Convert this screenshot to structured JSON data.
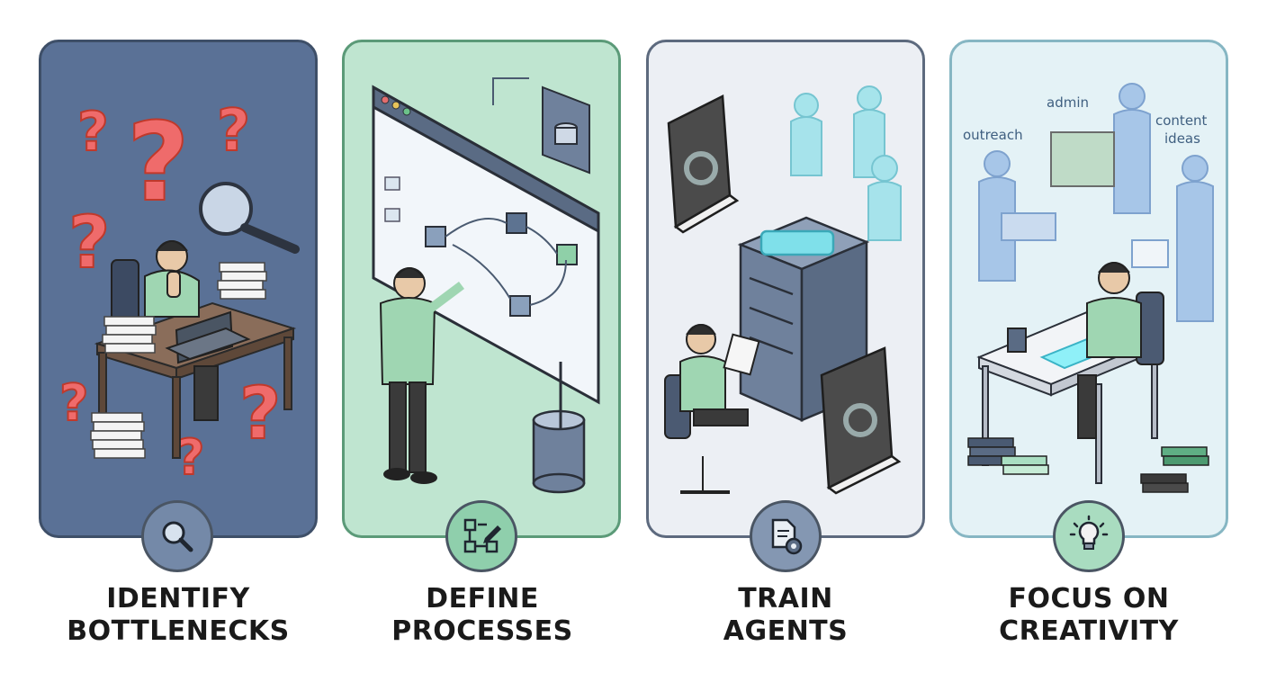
{
  "steps": [
    {
      "line1": "IDENTIFY",
      "line2": "BOTTLENECKS",
      "icon": "magnifier-icon",
      "panel_color": "#5a7196"
    },
    {
      "line1": "DEFINE",
      "line2": "PROCESSES",
      "icon": "flowchart-pencil-icon",
      "panel_color": "#bfe5d0"
    },
    {
      "line1": "TRAIN",
      "line2": "AGENTS",
      "icon": "document-gear-icon",
      "panel_color": "#eceff4"
    },
    {
      "line1": "FOCUS ON",
      "line2": "CREATIVITY",
      "icon": "lightbulb-icon",
      "panel_color": "#e4f2f6"
    }
  ],
  "creativity_labels": {
    "outreach": "outreach",
    "admin": "admin",
    "content_line1": "content",
    "content_line2": "ideas"
  }
}
